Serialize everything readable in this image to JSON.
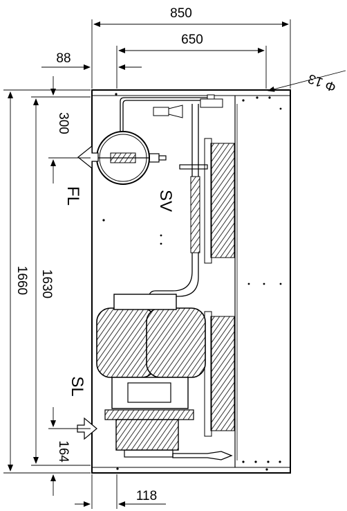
{
  "dimensions": {
    "overall_width": "850",
    "inner_width": "650",
    "left_offset": "88",
    "fan_offset": "300",
    "overall_height": "1660",
    "inner_height": "1630",
    "bottom_offset": "164",
    "bottom_width": "118",
    "diameter": "Φ 13"
  },
  "labels": {
    "fl": "FL",
    "sv": "SV",
    "sl": "SL"
  }
}
